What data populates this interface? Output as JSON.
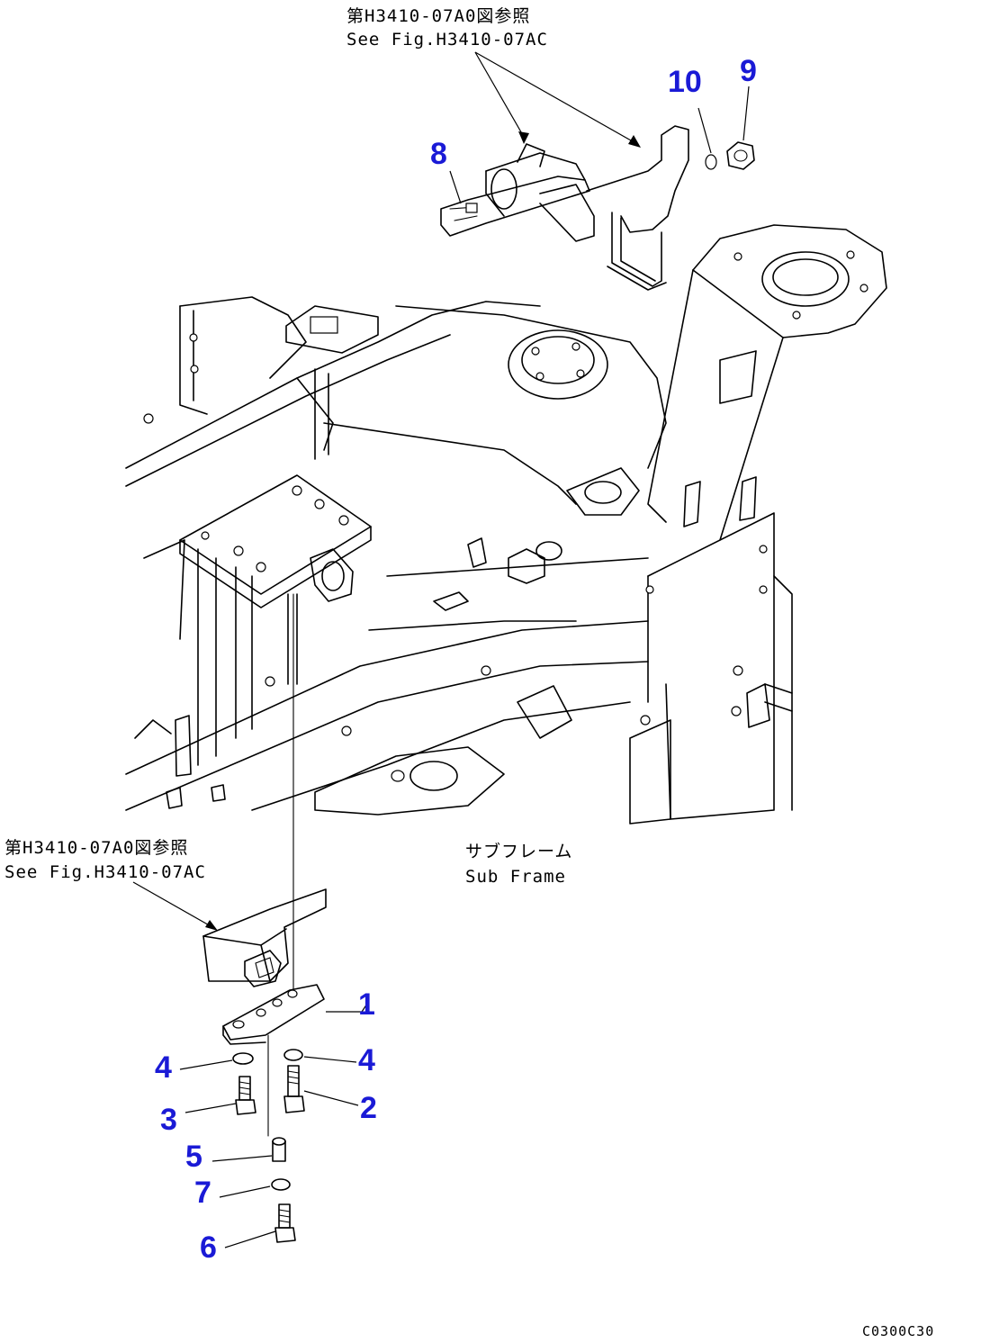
{
  "references": {
    "top_jp": "第H3410-07A0図参照",
    "top_en": "See Fig.H3410-07AC",
    "left_jp": "第H3410-07A0図参照",
    "left_en": "See Fig.H3410-07AC"
  },
  "sub_frame": {
    "jp": "サブフレーム",
    "en": "Sub Frame"
  },
  "callouts": {
    "c1": "1",
    "c2": "2",
    "c3": "3",
    "c4a": "4",
    "c4b": "4",
    "c5": "5",
    "c6": "6",
    "c7": "7",
    "c8": "8",
    "c9": "9",
    "c10": "10"
  },
  "drawing_code": "C0300C30",
  "colors": {
    "callout": "#1a1ad6",
    "line": "#000000",
    "background": "#ffffff"
  }
}
